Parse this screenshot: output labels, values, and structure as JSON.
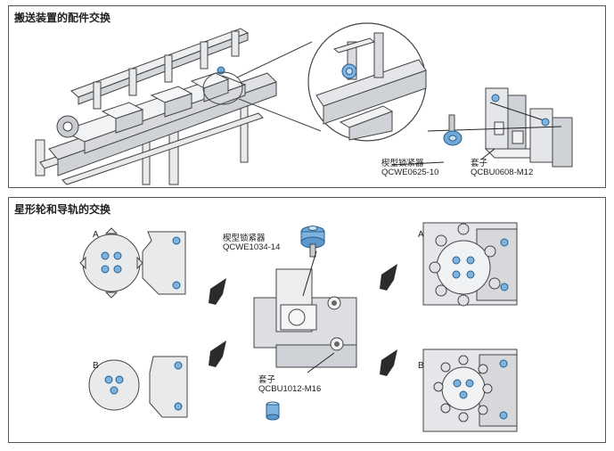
{
  "top_panel": {
    "title": "搬送装置的配件交换",
    "part1": {
      "name": "楔型锁紧器",
      "code": "QCWE0625-10"
    },
    "part2": {
      "name": "套子",
      "code": "QCBU0608-M12"
    }
  },
  "bottom_panel": {
    "title": "星形轮和导轨的交换",
    "part1": {
      "name": "楔型锁紧器",
      "code": "QCWE1034-14"
    },
    "part2": {
      "name": "套子",
      "code": "QCBU1012-M16"
    },
    "label_a": "A",
    "label_b": "B",
    "label_a2": "A",
    "label_b2": "B"
  }
}
